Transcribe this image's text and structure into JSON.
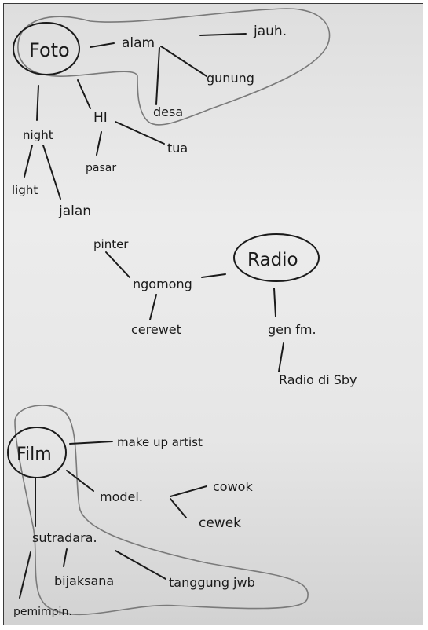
{
  "clusters": {
    "foto": {
      "hub": "Foto",
      "words": [
        "alam",
        "jauh.",
        "gunung",
        "desa",
        "HI",
        "night",
        "tua",
        "pasar",
        "light",
        "jalan"
      ]
    },
    "radio": {
      "hub": "Radio",
      "words": [
        "pinter",
        "ngomong",
        "cerewet",
        "gen fm.",
        "Radio di Sby"
      ]
    },
    "film": {
      "hub": "Film",
      "words": [
        "make up artist",
        "model.",
        "cowok",
        "cewek",
        "sutradara.",
        "bijaksana",
        "tanggung jwb",
        "pemimpin."
      ]
    }
  }
}
